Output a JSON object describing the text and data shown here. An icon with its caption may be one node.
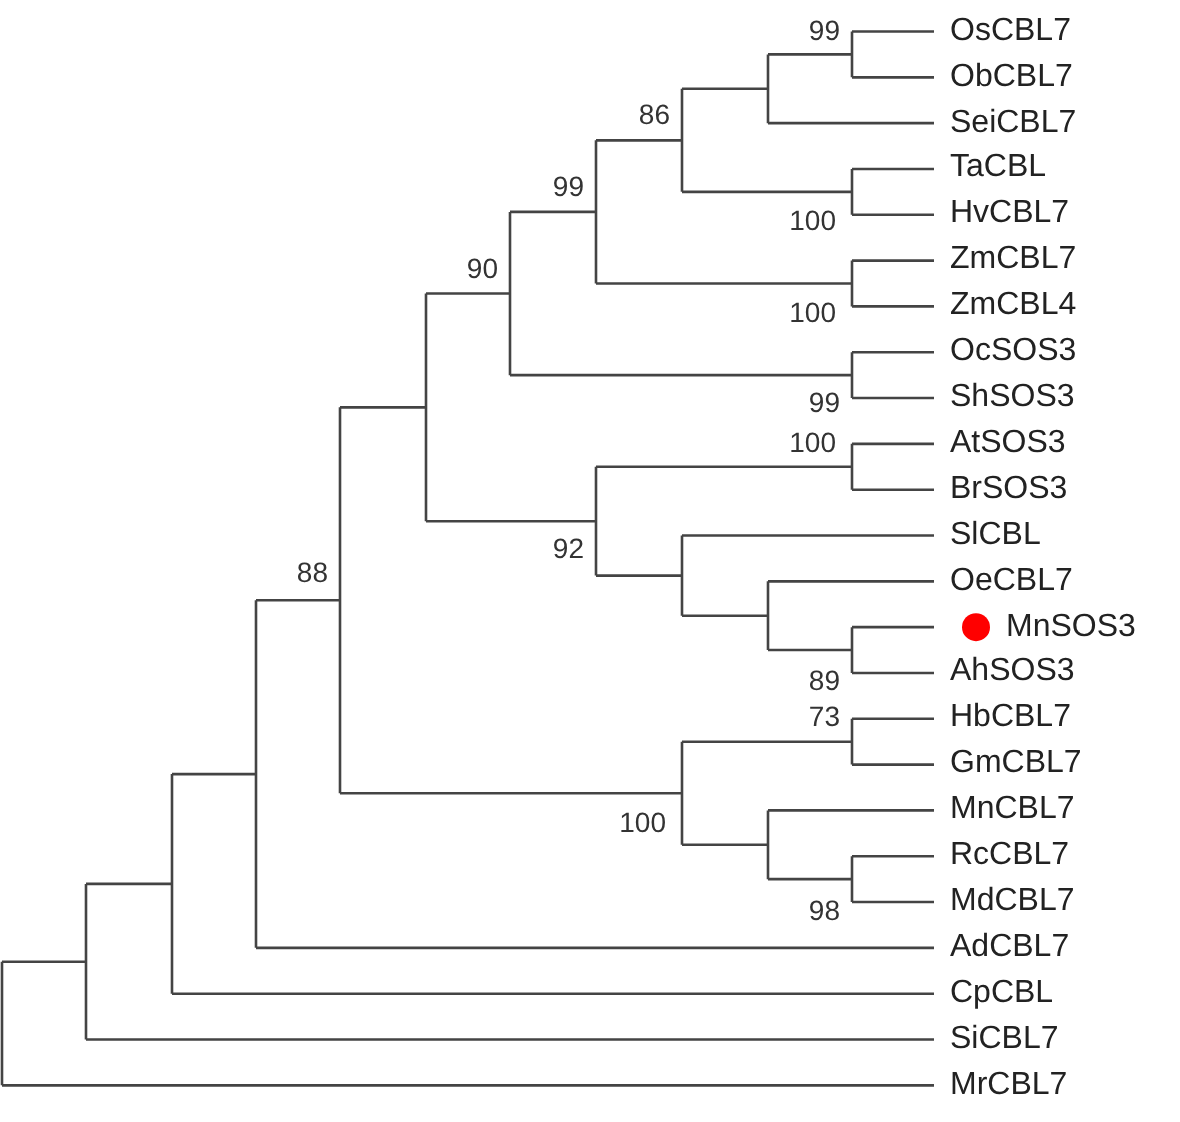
{
  "diagram": {
    "labels": [
      "99",
      "OsCBL7",
      "ObCBL7",
      "86",
      "SeiCBL7",
      "TaCBL",
      "99",
      "100",
      "HvCBL7",
      "ZmCBL7",
      "90",
      "100",
      "ZmCBL4",
      "OcSOS3",
      "99",
      "ShSOS3",
      "100",
      "AtSOS3",
      "BrSOS3",
      "SlCBL",
      "92",
      "88",
      "OeCBL7",
      "MnSOS3",
      "89",
      "AhSOS3",
      "73",
      "HbCBL7",
      "GmCBL7",
      "MnCBL7",
      "100",
      "RcCBL7",
      "98",
      "MdCBL7",
      "AdCBL7",
      "CpCBL",
      "SiCBL7",
      "MrCBL7"
    ]
  }
}
